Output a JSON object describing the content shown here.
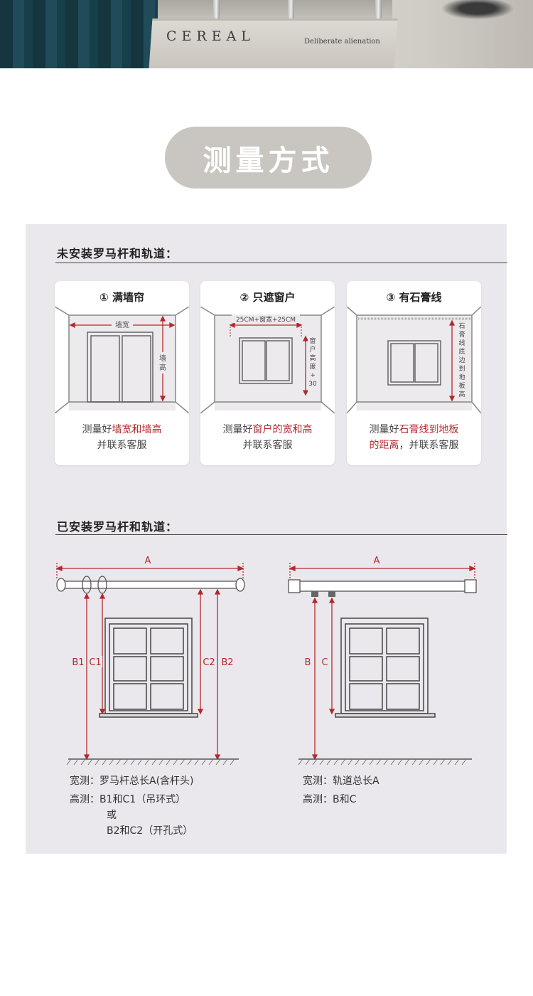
{
  "banner": {
    "book_title": "CEREAL",
    "book_subtitle": "Deliberate alienation"
  },
  "header": {
    "title": "测量方式"
  },
  "section1": {
    "title": "未安装罗马杆和轨道：",
    "cards": [
      {
        "num": "①",
        "title": "满墙帘",
        "width_label": "墙宽",
        "height_label": "墙高",
        "desc_pre": "测量好",
        "desc_red": "墙宽和墙高",
        "desc_post": "",
        "desc_line2": "并联系客服"
      },
      {
        "num": "②",
        "title": "只遮窗户",
        "width_label": "25CM+窗宽+25CM",
        "height_label": "窗户高度+30",
        "desc_pre": "测量好",
        "desc_red": "窗户的宽和高",
        "desc_post": "",
        "desc_line2": "并联系客服"
      },
      {
        "num": "③",
        "title": "有石膏线",
        "height_label": "石膏线底边到地板高",
        "desc_pre": "测量好",
        "desc_red": "石膏线到地板",
        "desc_line2_red": "的距离",
        "desc_line2_post": "，并联系客服"
      }
    ]
  },
  "section2": {
    "title": "已安装罗马杆和轨道：",
    "rod": {
      "a": "A",
      "b1": "B1",
      "c1": "C1",
      "c2": "C2",
      "b2": "B2",
      "width_label": "宽测：",
      "width_value": "罗马杆总长A(含杆头)",
      "height_label": "高测：",
      "height_value1": "B1和C1（吊环式）",
      "height_or": "或",
      "height_value2": "B2和C2（开孔式）"
    },
    "track": {
      "a": "A",
      "b": "B",
      "c": "C",
      "width_label": "宽测：",
      "width_value": "轨道总长A",
      "height_label": "高测：",
      "height_value": "B和C"
    }
  },
  "colors": {
    "accent_red": "#b2292e",
    "pill_bg": "#c9c6c1",
    "panel_bg": "#ebe8ed"
  }
}
